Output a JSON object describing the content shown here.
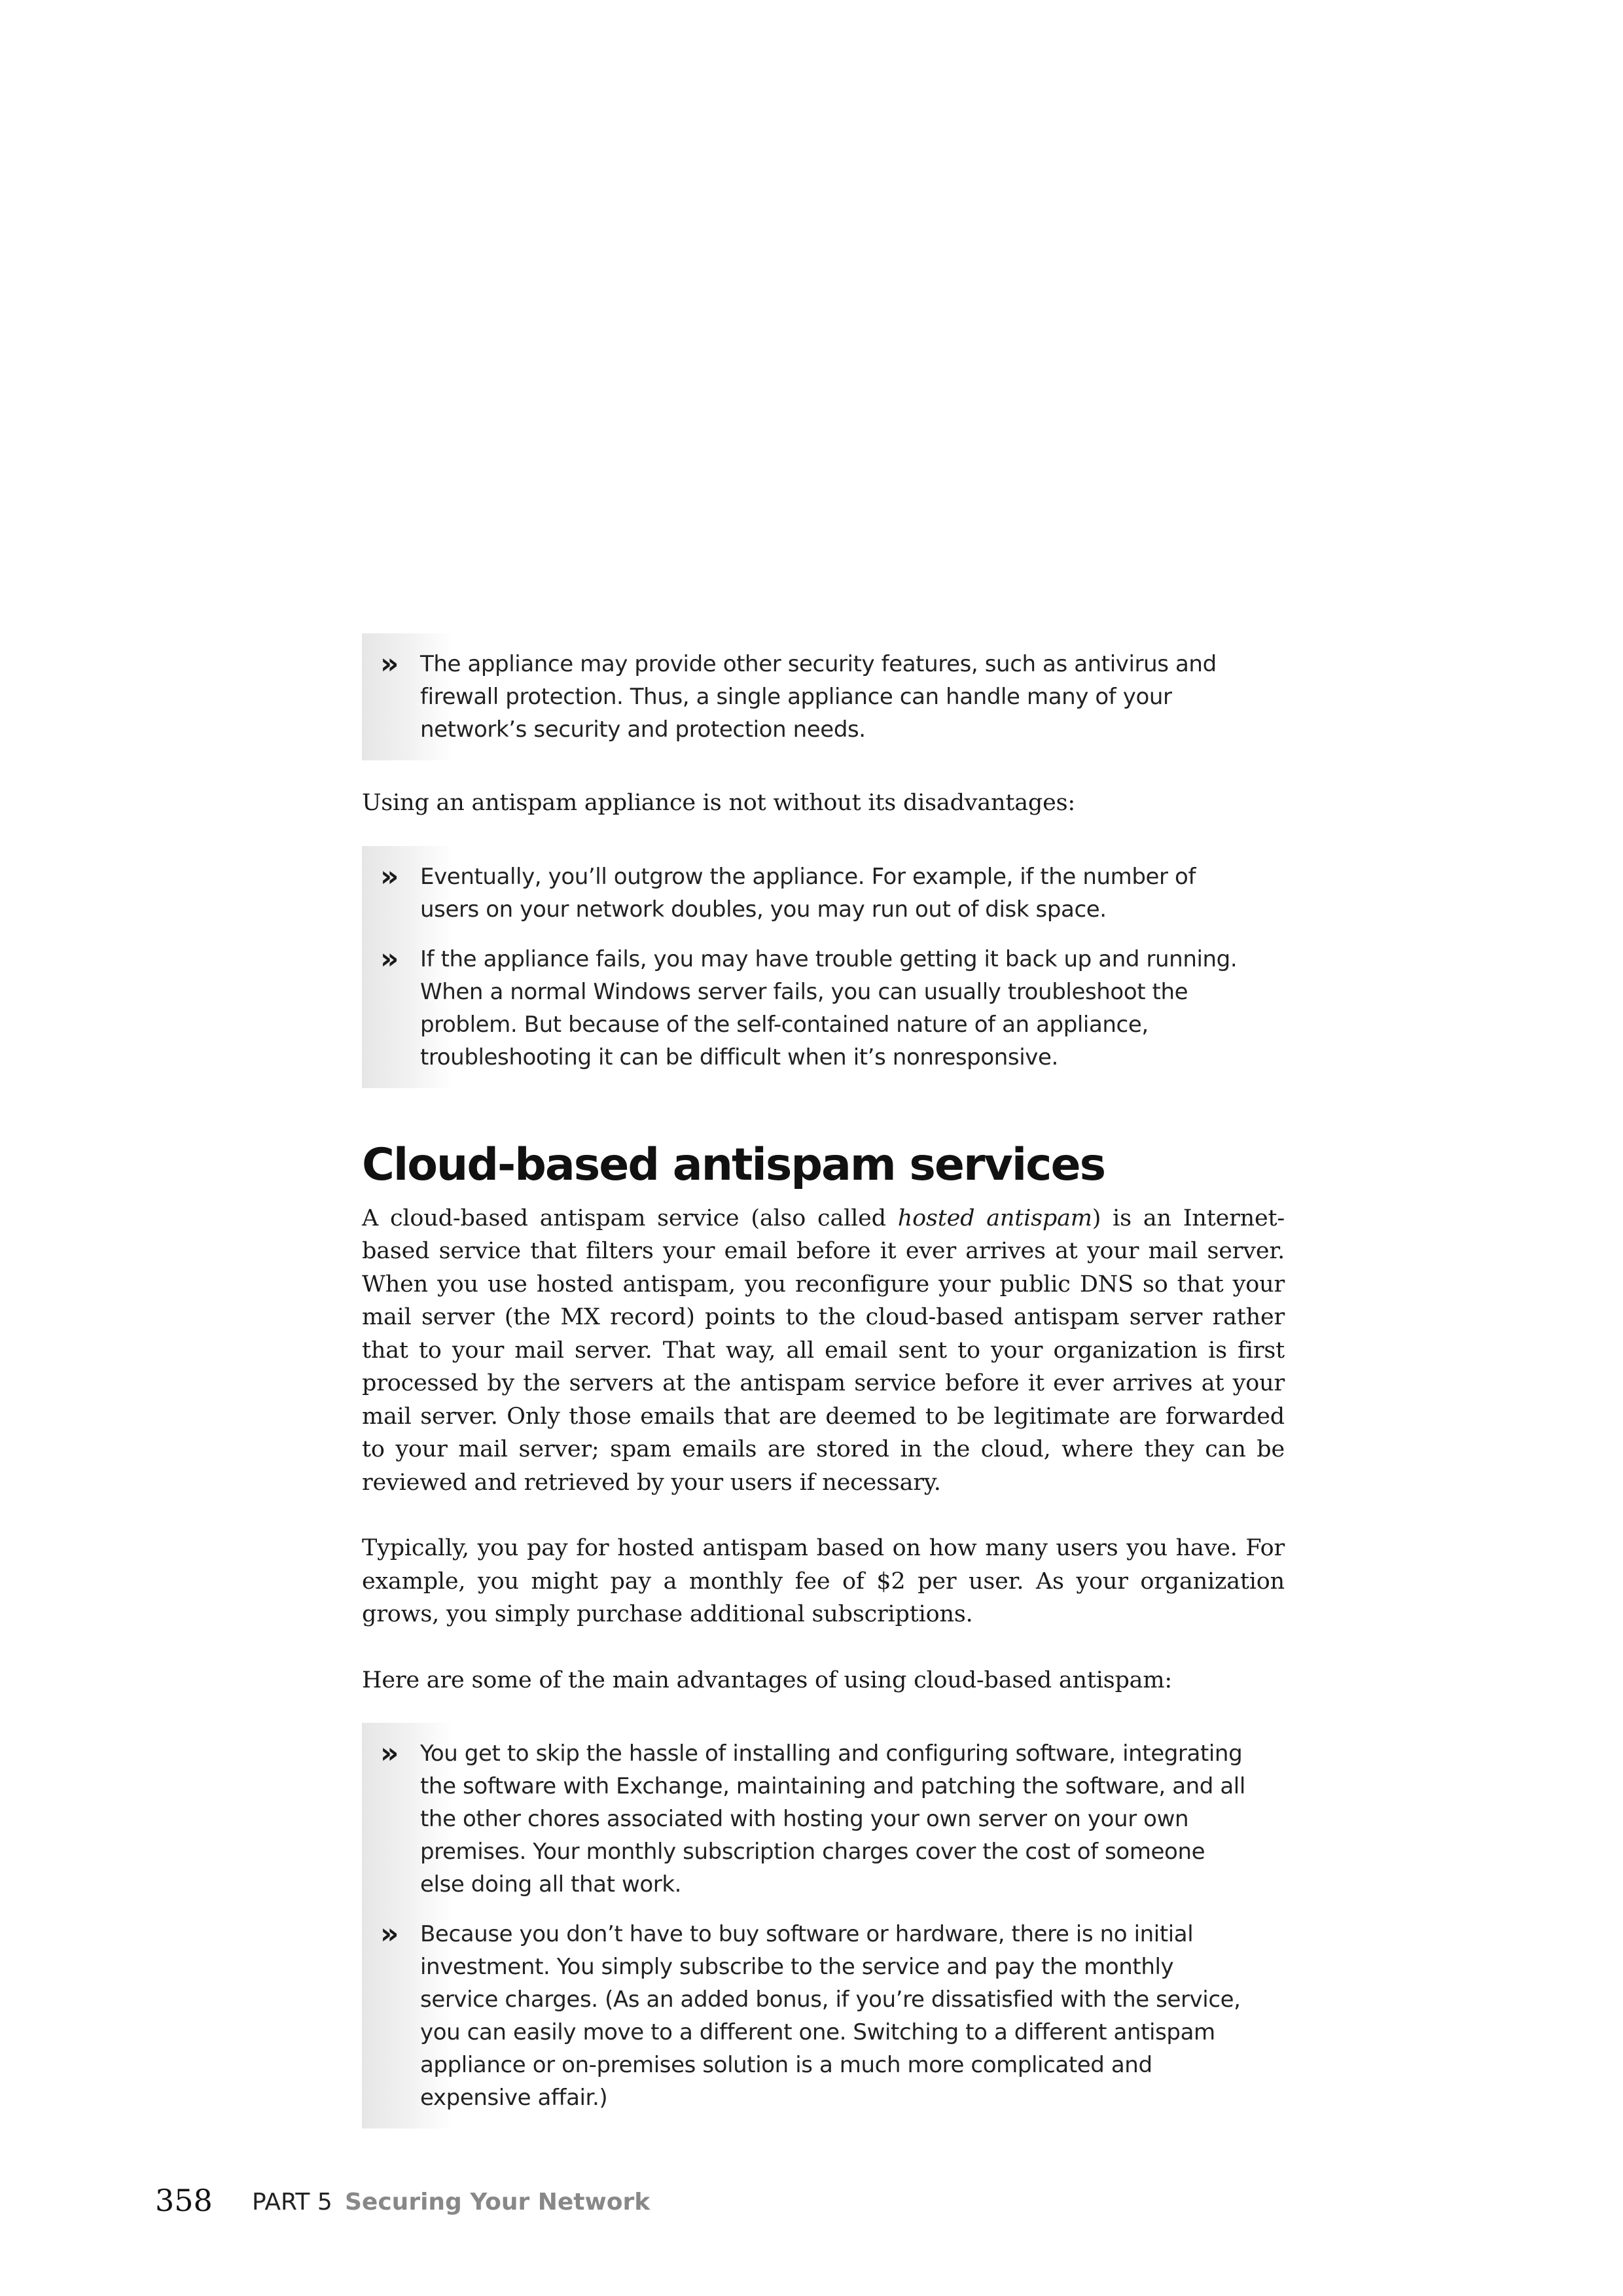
{
  "block1": [
    "The appliance may provide other security features, such as antivirus and firewall protection. Thus, a single appliance can handle many of your network’s security and protection needs."
  ],
  "para_disadvantages": "Using an antispam appliance is not without its disadvantages:",
  "block2": [
    "Eventually, you’ll outgrow the appliance. For example, if the number of users on your network doubles, you may run out of disk space.",
    "If the appliance fails, you may have trouble getting it back up and running. When a normal Windows server fails, you can usually troubleshoot the problem. But because of the self-contained nature of an appliance, troubleshooting it can be difficult when it’s nonresponsive."
  ],
  "heading": "Cloud-based antispam services",
  "para1": {
    "pre": "A cloud-based antispam service (also called ",
    "em": "hosted antispam",
    "post": ") is an Internet-based service that filters your email before it ever arrives at your mail server. When you use hosted antispam, you reconfigure your public DNS so that your mail server (the MX record) points to the cloud-based antispam server rather that to your mail server. That way, all email sent to your organization is first processed by the servers at the antispam service before it ever arrives at your mail server. Only those emails that are deemed to be legitimate are forwarded to your mail server; spam emails are stored in the cloud, where they can be reviewed and retrieved by your users if necessary."
  },
  "para2": "Typically, you pay for hosted antispam based on how many users you have. For example, you might pay a monthly fee of $2 per user. As your organization grows, you simply purchase additional subscriptions.",
  "para3": "Here are some of the main advantages of using cloud-based antispam:",
  "block3": [
    "You get to skip the hassle of installing and configuring software, integrating the software with Exchange, maintaining and patching the software, and all the other chores associated with hosting your own server on your own premises. Your monthly subscription charges cover the cost of someone else doing all that work.",
    "Because you don’t have to buy software or hardware, there is no initial investment. You simply subscribe to the service and pay the monthly service charges. (As an added bonus, if you’re dissatisfied with the service, you can easily move to a different one. Switching to a different antispam appliance or on-premises solution is a much more complicated and expensive affair.)"
  ],
  "bullet_marker": "»",
  "footer": {
    "page_number": "358",
    "part": "PART 5",
    "section": "Securing Your Network"
  }
}
